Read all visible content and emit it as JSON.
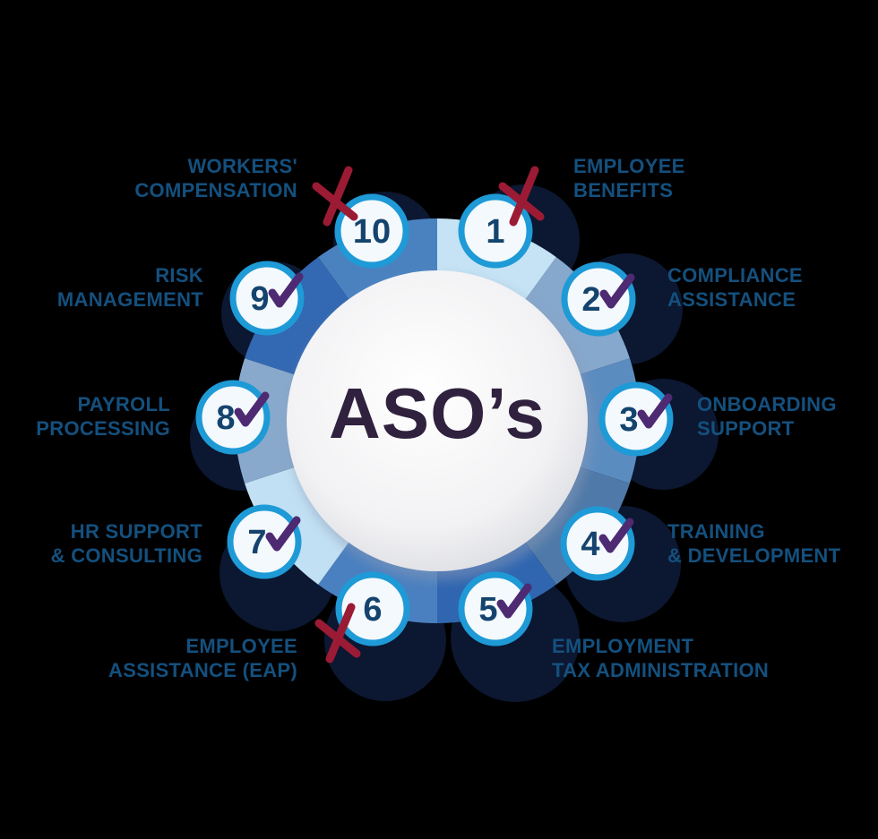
{
  "center": {
    "title": "ASO’s"
  },
  "colors": {
    "background": "#000000",
    "label_text": "#14507e",
    "number_text": "#14446e",
    "badge_border": "#1e9ad6",
    "badge_fill": "#f4f9fd",
    "check": "#4e2a72",
    "cross": "#9b1b34",
    "shadow": "#0c1731",
    "center_text": "#30213f"
  },
  "items": [
    {
      "number": "1",
      "line1": "EMPLOYEE",
      "line2": "BENEFITS",
      "mark": "cross"
    },
    {
      "number": "2",
      "line1": "COMPLIANCE",
      "line2": "ASSISTANCE",
      "mark": "check"
    },
    {
      "number": "3",
      "line1": "ONBOARDING",
      "line2": "SUPPORT",
      "mark": "check"
    },
    {
      "number": "4",
      "line1": "TRAINING",
      "line2": "& DEVELOPMENT",
      "mark": "check"
    },
    {
      "number": "5",
      "line1": "EMPLOYMENT",
      "line2": "TAX ADMINISTRATION",
      "mark": "check"
    },
    {
      "number": "6",
      "line1": "EMPLOYEE",
      "line2": "ASSISTANCE (EAP)",
      "mark": "cross"
    },
    {
      "number": "7",
      "line1": "HR SUPPORT",
      "line2": "& CONSULTING",
      "mark": "check"
    },
    {
      "number": "8",
      "line1": "PAYROLL",
      "line2": "PROCESSING",
      "mark": "check"
    },
    {
      "number": "9",
      "line1": "RISK",
      "line2": "MANAGEMENT",
      "mark": "check"
    },
    {
      "number": "10",
      "line1": "WORKERS'",
      "line2": "COMPENSATION",
      "mark": "cross"
    }
  ]
}
